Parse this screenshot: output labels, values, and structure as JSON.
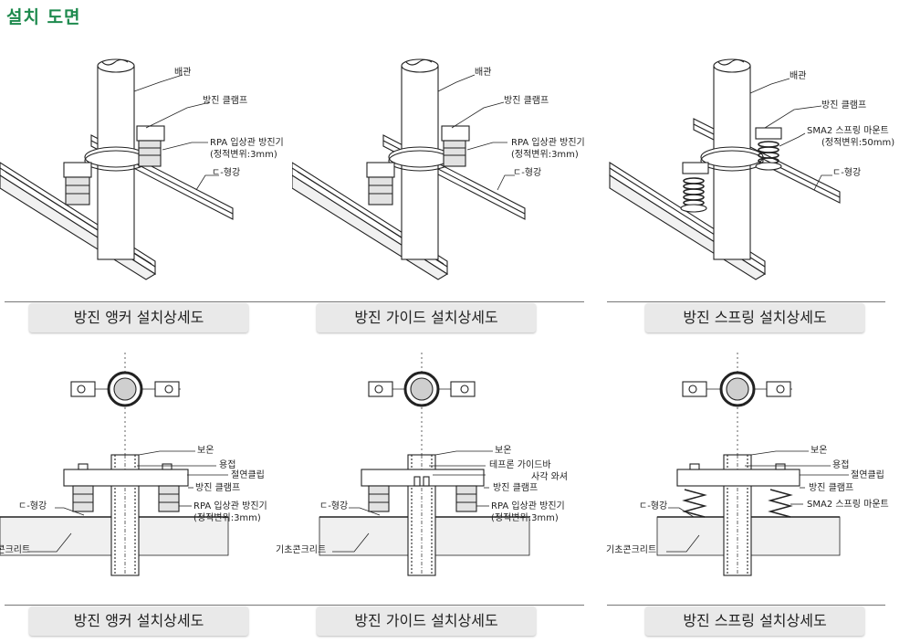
{
  "page": {
    "title": "설치 도면"
  },
  "colors": {
    "title": "#1e8a4e",
    "caption_bg": "#e9e9e9",
    "line": "#222222"
  },
  "top_row": [
    {
      "caption": "방진 앵커 설치상세도",
      "labels": {
        "pipe": "배관",
        "clamp": "방진 클램프",
        "mount": "RPA 입상관 방진기",
        "mount_note": "(정적변위:3mm)",
        "channel": "ㄷ-형강"
      }
    },
    {
      "caption": "방진 가이드 설치상세도",
      "labels": {
        "pipe": "배관",
        "clamp": "방진 클램프",
        "mount": "RPA 입상관 방진기",
        "mount_note": "(정적변위:3mm)",
        "channel": "ㄷ-형강"
      }
    },
    {
      "caption": "방진 스프링 설치상세도",
      "labels": {
        "pipe": "배관",
        "clamp": "방진 클램프",
        "mount": "SMA2 스프링 마운트",
        "mount_note": "(정적변위:50mm)",
        "channel": "ㄷ-형강"
      }
    }
  ],
  "bottom_row": [
    {
      "caption": "방진 앵커 설치상세도",
      "labels": {
        "insulation": "보온",
        "weld": "용접",
        "clip": "절연클립",
        "clamp": "방진 클램프",
        "mount": "RPA 입상관 방진기",
        "mount_note": "(정적변위:3mm)",
        "channel": "ㄷ-형강",
        "concrete": "기초콘크리트"
      }
    },
    {
      "caption": "방진 가이드 설치상세도",
      "labels": {
        "insulation": "보온",
        "teflon": "테프론 가이드바",
        "washer": "사각 와셔",
        "clamp": "방진 클램프",
        "mount": "RPA 입상관 방진기",
        "mount_note": "(정적변위:3mm)",
        "channel": "ㄷ-형강",
        "concrete": "기초콘크리트"
      }
    },
    {
      "caption": "방진 스프링 설치상세도",
      "labels": {
        "insulation": "보온",
        "weld": "용접",
        "clip": "절연클립",
        "clamp": "방진 클램프",
        "mount": "SMA2 스프링 마운트",
        "channel": "ㄷ-형강",
        "concrete": "기초콘크리트"
      }
    }
  ]
}
